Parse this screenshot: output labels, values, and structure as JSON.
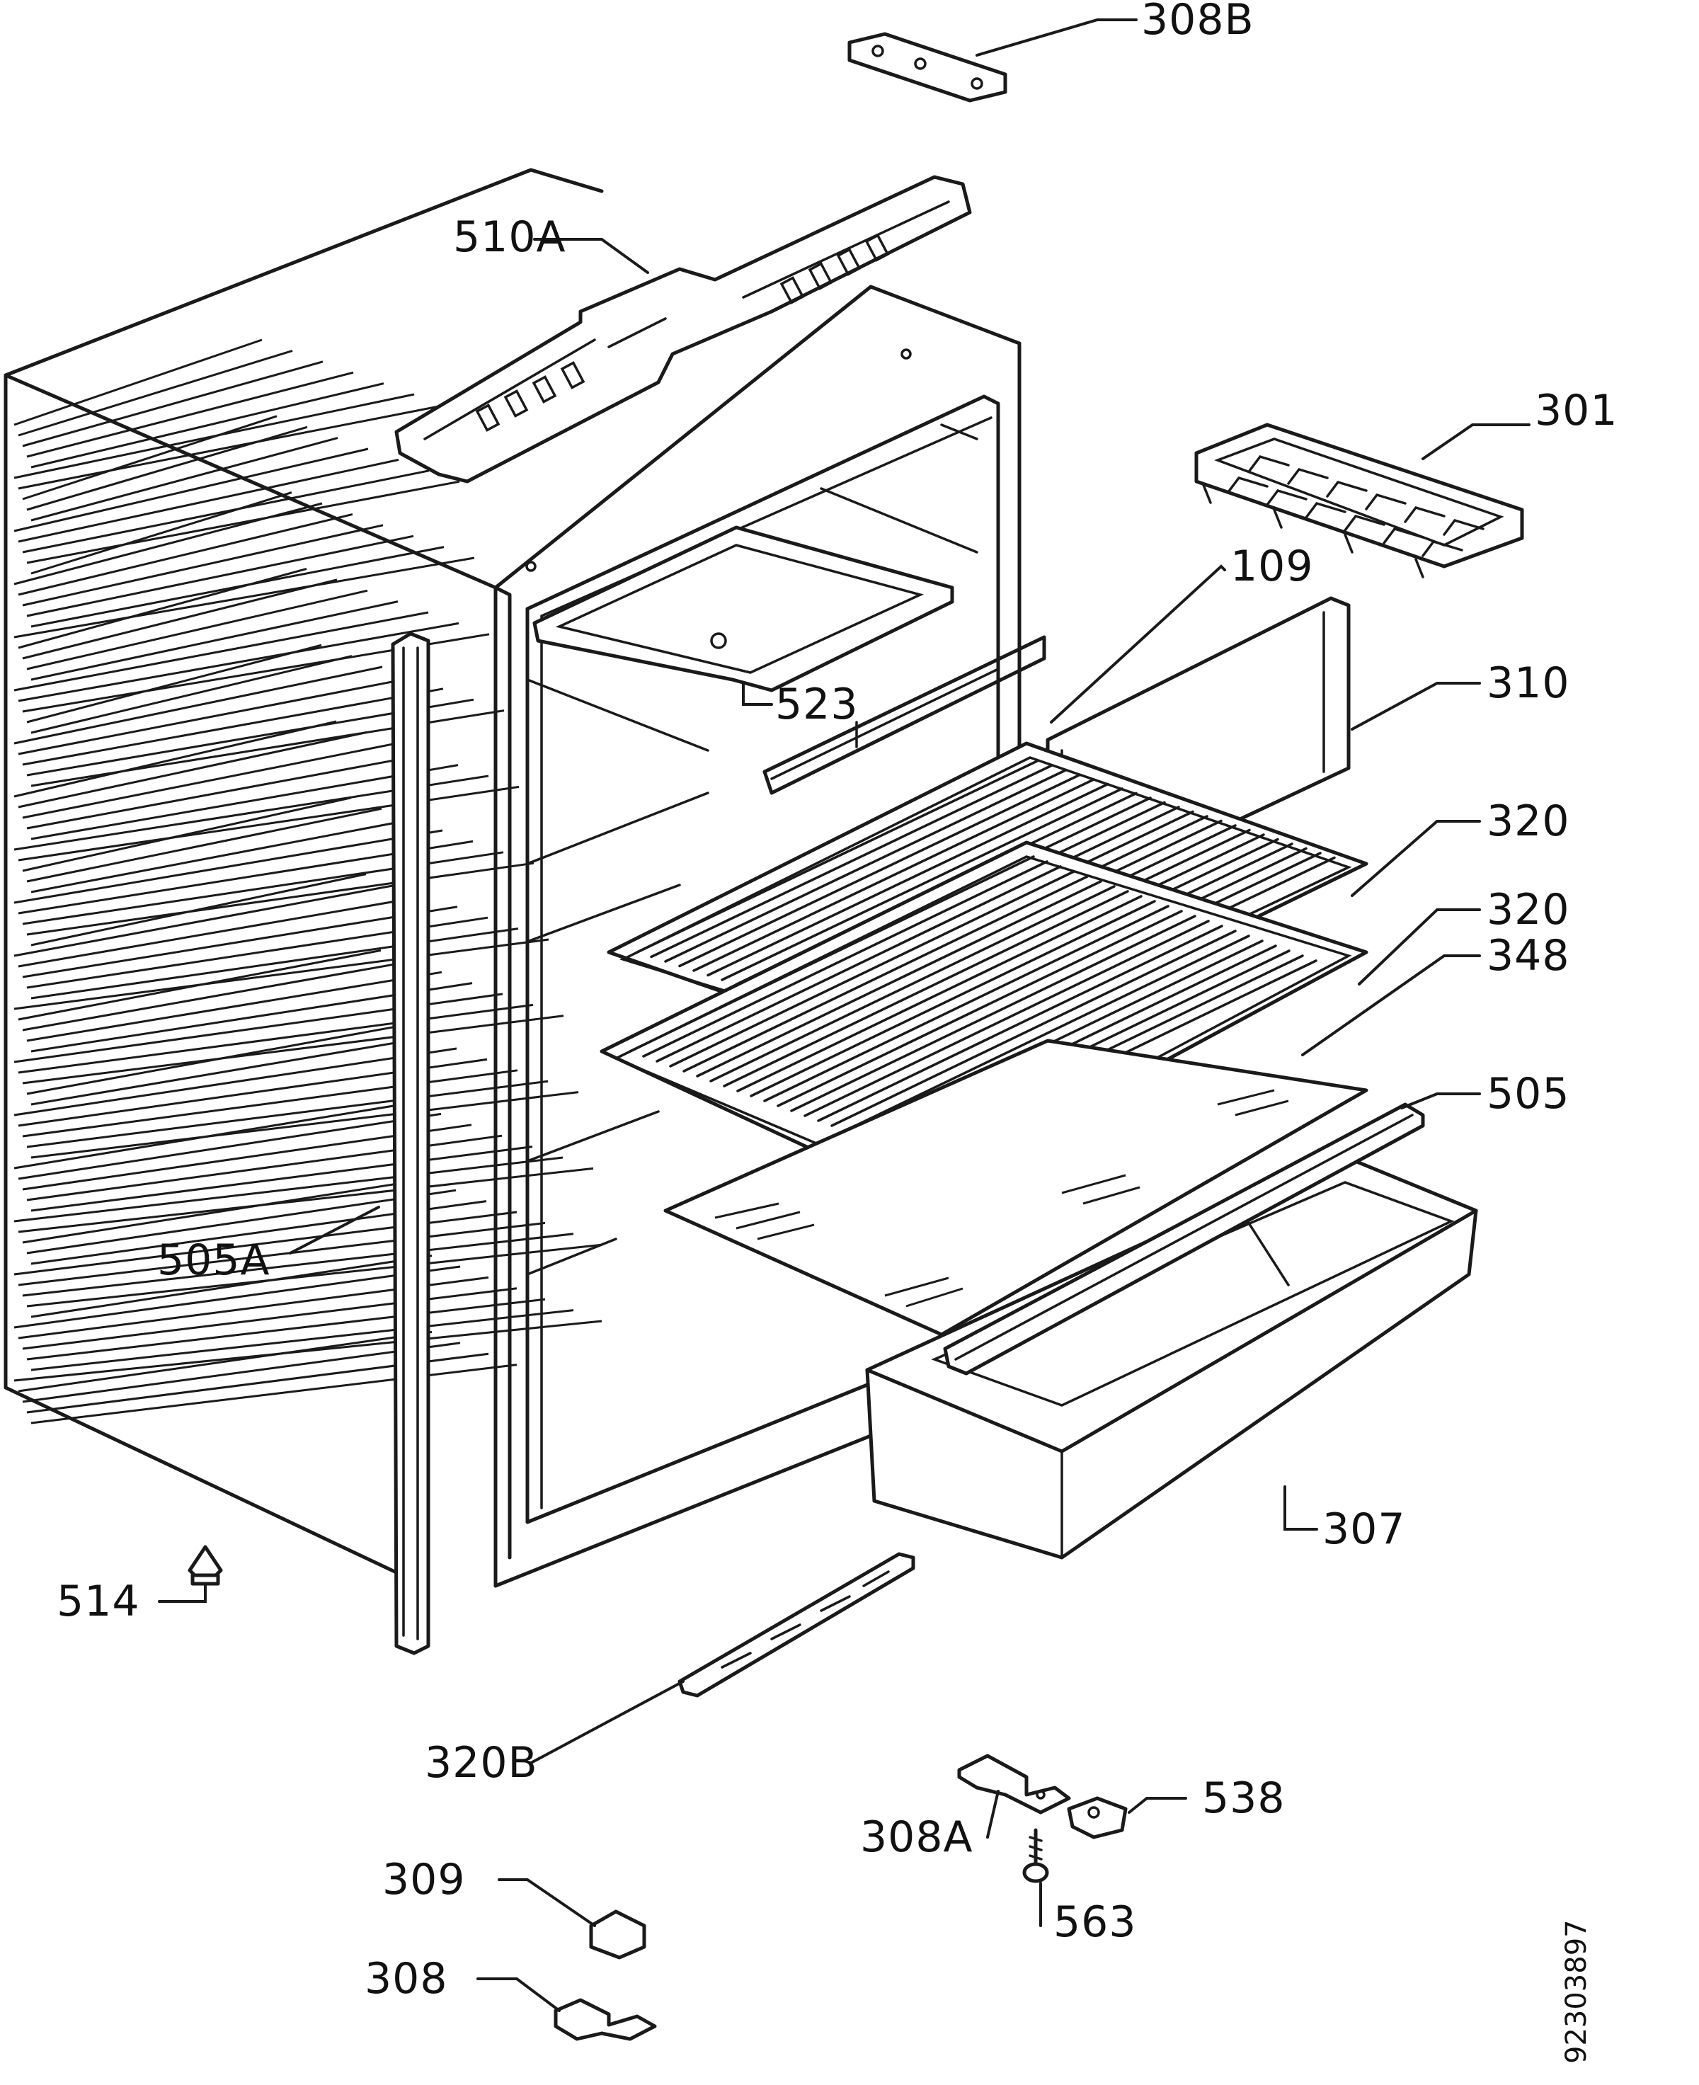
{
  "diagram": {
    "labels": {
      "l308b": "308B",
      "l510a": "510A",
      "l301": "301",
      "l109": "109",
      "l523": "523",
      "l310": "310",
      "l320_top": "320",
      "l320_bottom": "320",
      "l348": "348",
      "l505": "505",
      "l505a": "505A",
      "l307": "307",
      "l514": "514",
      "l320b": "320B",
      "l538": "538",
      "l308a": "308A",
      "l563": "563",
      "l309": "309",
      "l308": "308"
    },
    "drawing_code": "92303897"
  }
}
